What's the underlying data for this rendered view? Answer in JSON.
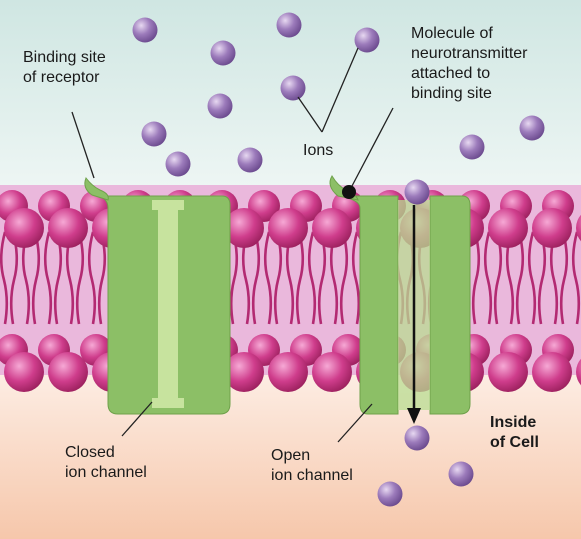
{
  "labels": {
    "binding_site": "Binding site\nof receptor",
    "molecule": "Molecule of\nneurotransmitter\nattached to\nbinding site",
    "ions": "Ions",
    "inside": "Inside\nof Cell",
    "closed": "Closed\nion channel",
    "open": "Open\nion channel"
  },
  "colors": {
    "outside_top": "#cfe6e2",
    "outside_bottom": "#ffffff",
    "inside_top": "#ffffff",
    "inside_bottom": "#f7c8ae",
    "membrane_band": "#e9b3d8",
    "phospholipid_head": "#c0307a",
    "phospholipid_tail": "#b32a72",
    "ion": "#8e6aae",
    "channel_dark": "#8cbf66",
    "channel_light": "#c7e39e",
    "neurotransmitter": "#111111"
  }
}
